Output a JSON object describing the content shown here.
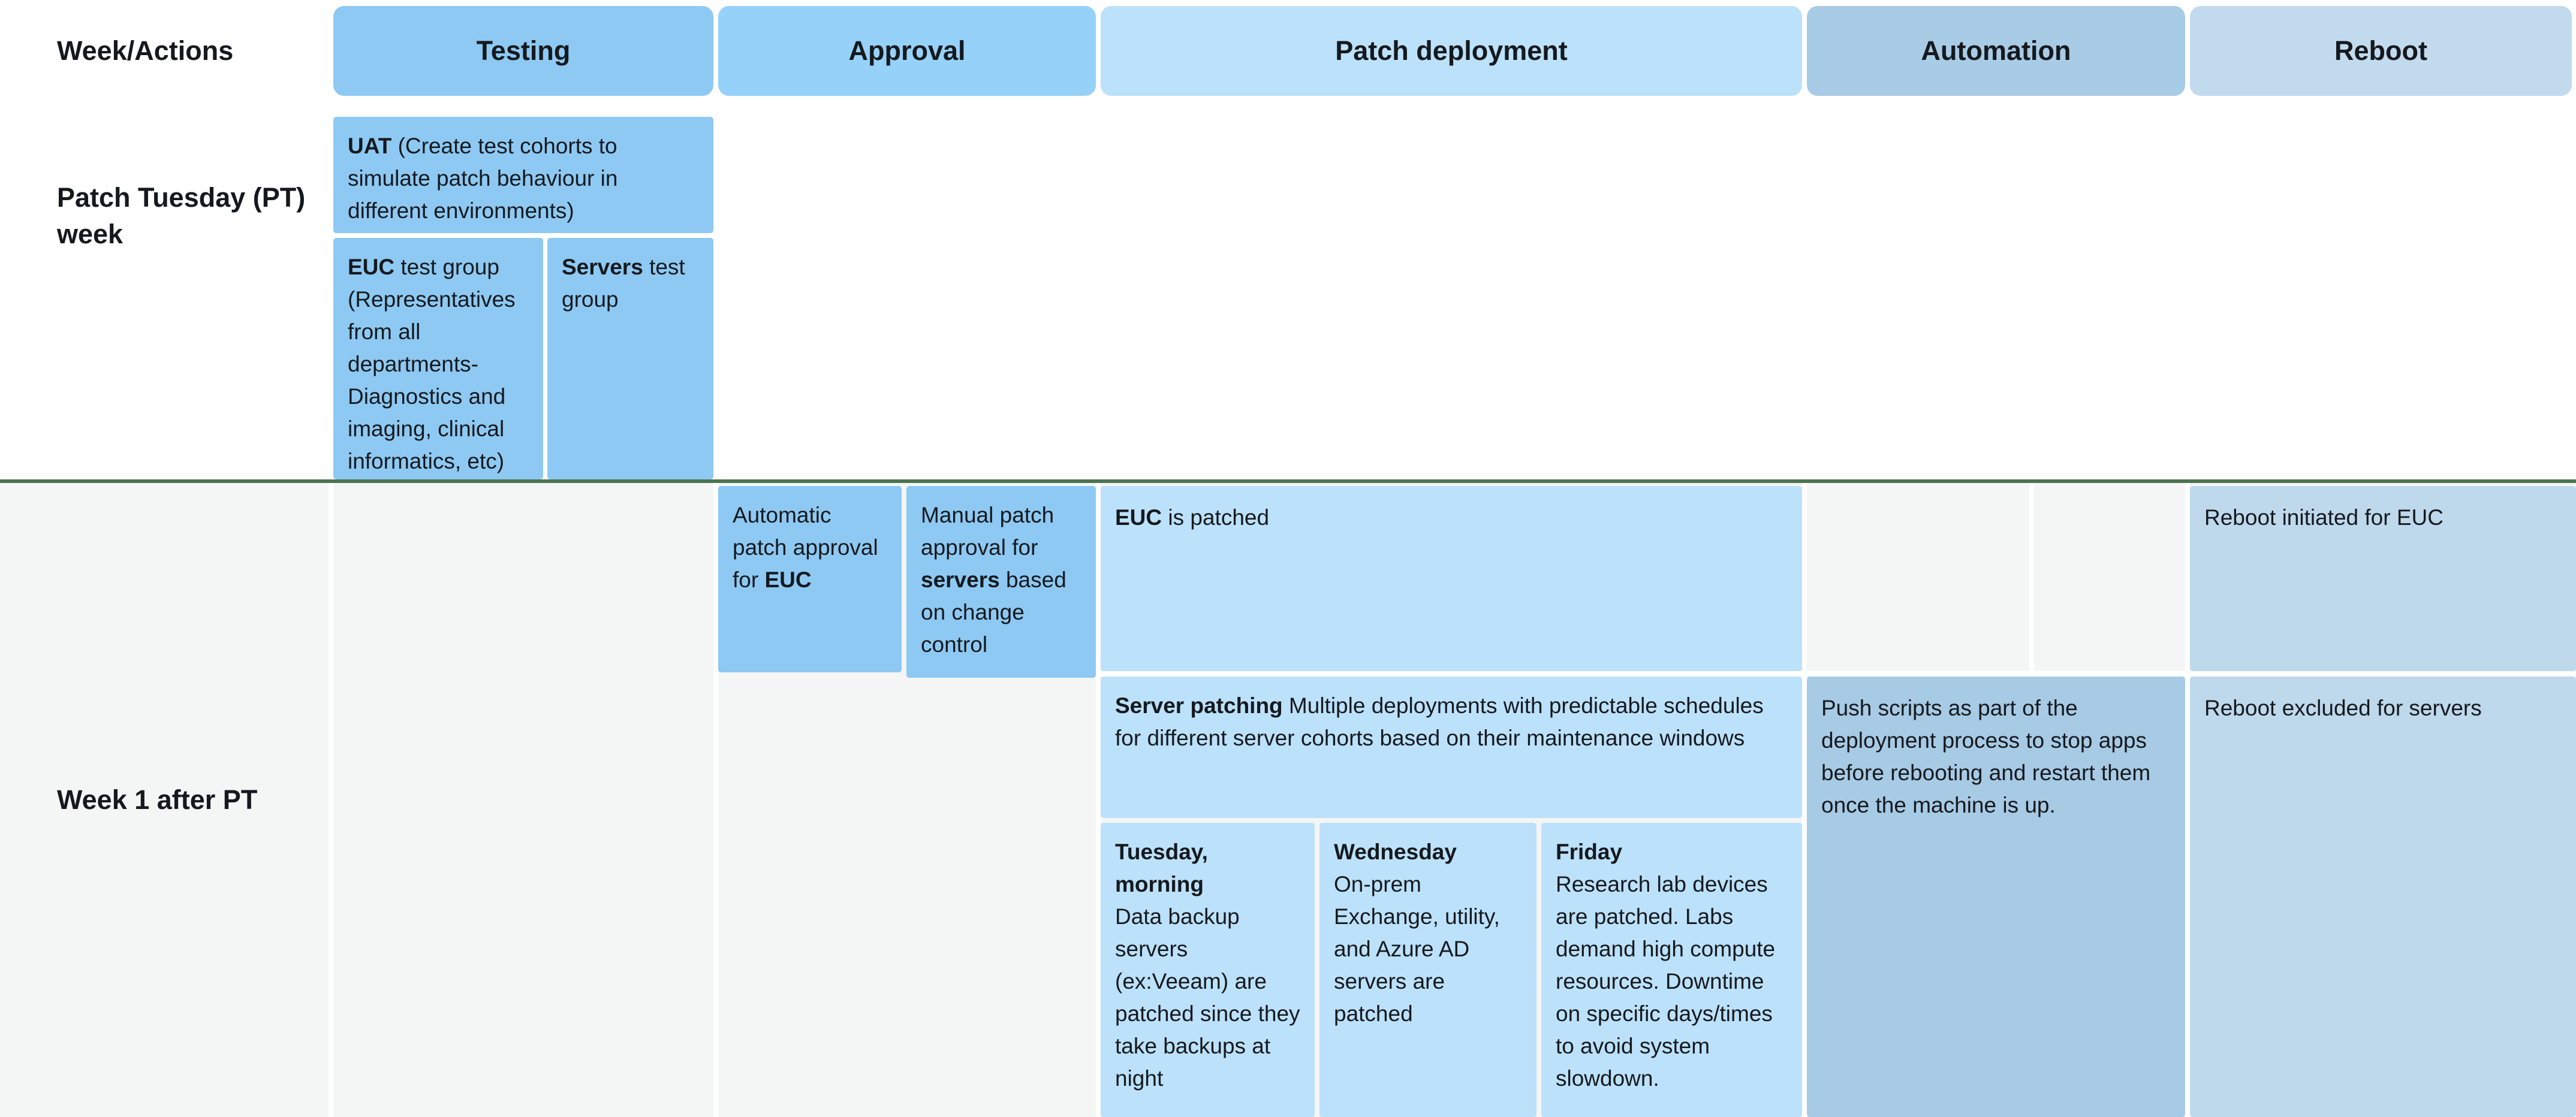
{
  "title_column_header": "Week/Actions",
  "columns": [
    {
      "label": "Testing"
    },
    {
      "label": "Approval"
    },
    {
      "label": "Patch deployment"
    },
    {
      "label": "Automation"
    },
    {
      "label": "Reboot"
    }
  ],
  "rows": [
    {
      "label": "Patch Tuesday (PT) week"
    },
    {
      "label": "Week 1 after PT"
    }
  ],
  "cells": {
    "uat": [
      {
        "b": 1,
        "t": "UAT"
      },
      {
        "t": " (Create test cohorts to simulate patch behaviour in different environments)"
      }
    ],
    "euc_test_group": [
      {
        "b": 1,
        "t": "EUC"
      },
      {
        "t": " test group (Representatives from all departments- Diagnostics and imaging, clinical informatics, etc)"
      }
    ],
    "servers_test_group": [
      {
        "b": 1,
        "t": "Servers"
      },
      {
        "t": " test group"
      }
    ],
    "automatic_approval": [
      {
        "t": "Automatic patch approval for "
      },
      {
        "b": 1,
        "t": "EUC"
      }
    ],
    "manual_approval": [
      {
        "t": "Manual patch approval for "
      },
      {
        "b": 1,
        "t": "servers"
      },
      {
        "t": " based on change control"
      }
    ],
    "euc_patched": [
      {
        "b": 1,
        "t": "EUC"
      },
      {
        "t": " is patched"
      }
    ],
    "reboot_initiated": [
      {
        "t": "Reboot initiated for EUC"
      }
    ],
    "server_patching": [
      {
        "b": 1,
        "t": "Server patching"
      },
      {
        "t": " Multiple deployments with predictable schedules for different server cohorts based on their maintenance windows"
      }
    ],
    "tuesday": [
      {
        "b": 1,
        "t": "Tuesday, morning"
      },
      {
        "br": 1
      },
      {
        "t": "Data backup servers (ex:Veeam) are patched since they take backups at night"
      }
    ],
    "wednesday": [
      {
        "b": 1,
        "t": "Wednesday"
      },
      {
        "br": 1
      },
      {
        "t": "On-prem Exchange, utility, and Azure AD servers are patched"
      }
    ],
    "friday": [
      {
        "b": 1,
        "t": "Friday"
      },
      {
        "br": 1
      },
      {
        "t": "Research lab devices are patched. Labs demand high compute resources. Downtime on specific days/times to avoid system slowdown."
      }
    ],
    "push_scripts": [
      {
        "t": "Push scripts as part of the deployment process to stop apps before rebooting and restart them once the machine is up."
      }
    ],
    "reboot_excluded": [
      {
        "t": "Reboot excluded for servers"
      }
    ]
  },
  "colors": {
    "header_testing": "#8dc9f3",
    "header_approval": "#96d1f9",
    "header_patch": "#bce1fb",
    "header_automation": "#a8cbe6",
    "header_reboot": "#c2daee",
    "cell_blue": "#8dc9f3",
    "cell_light_blue": "#bce1fb",
    "cell_automation": "#a7cae5",
    "cell_reboot": "#bed8ec",
    "row2_bg": "#f4f5f5",
    "divider_green": "#4b7450",
    "text": "#15191d",
    "page_bg": "#ffffff"
  }
}
